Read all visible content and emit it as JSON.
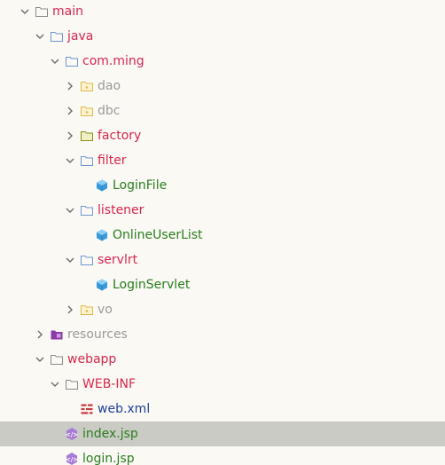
{
  "tree": {
    "items": [
      {
        "label": "main",
        "icon": "folder-icon",
        "expanded": true,
        "color": "#d6264f"
      },
      {
        "label": "java",
        "icon": "source-folder-icon",
        "expanded": true,
        "color": "#d6264f"
      },
      {
        "label": "com.ming",
        "icon": "package-folder-icon",
        "expanded": true,
        "color": "#d6264f"
      },
      {
        "label": "dao",
        "icon": "package-folder-icon",
        "expanded": false,
        "color": "#9a9a9a"
      },
      {
        "label": "dbc",
        "icon": "package-folder-icon",
        "expanded": false,
        "color": "#9a9a9a"
      },
      {
        "label": "factory",
        "icon": "package-folder-icon",
        "expanded": false,
        "color": "#d6264f"
      },
      {
        "label": "filter",
        "icon": "package-folder-icon",
        "expanded": true,
        "color": "#d6264f"
      },
      {
        "label": "LoginFile",
        "icon": "java-class-icon",
        "expanded": null,
        "color": "#2a7d1e"
      },
      {
        "label": "listener",
        "icon": "package-folder-icon",
        "expanded": true,
        "color": "#d6264f"
      },
      {
        "label": "OnlineUserList",
        "icon": "java-class-icon",
        "expanded": null,
        "color": "#2a7d1e"
      },
      {
        "label": "servlrt",
        "icon": "package-folder-icon",
        "expanded": true,
        "color": "#d6264f"
      },
      {
        "label": "LoginServlet",
        "icon": "java-class-icon",
        "expanded": null,
        "color": "#2a7d1e"
      },
      {
        "label": "vo",
        "icon": "package-folder-icon",
        "expanded": false,
        "color": "#9a9a9a"
      },
      {
        "label": "resources",
        "icon": "resources-folder-icon",
        "expanded": false,
        "color": "#9a9a9a"
      },
      {
        "label": "webapp",
        "icon": "folder-icon",
        "expanded": true,
        "color": "#d6264f"
      },
      {
        "label": "WEB-INF",
        "icon": "folder-icon",
        "expanded": true,
        "color": "#d6264f"
      },
      {
        "label": "web.xml",
        "icon": "xml-file-icon",
        "expanded": null,
        "color": "#1f3f9c"
      },
      {
        "label": "index.jsp",
        "icon": "jsp-file-icon",
        "expanded": null,
        "color": "#2a7d1e",
        "selected": true
      },
      {
        "label": "login.jsp",
        "icon": "jsp-file-icon",
        "expanded": null,
        "color": "#2a7d1e"
      }
    ]
  },
  "colors": {
    "background": "#faf9f4",
    "selection": "#c9cbc4",
    "chevron": "#6b6b6b",
    "folder_outline": "#8aa8d6",
    "package_folder_dim": "#e8c66a",
    "package_folder_factory": "#9e9a2a",
    "class_icon": "#3a9ad9",
    "resources_icon": "#8b3aa8",
    "xml_icon": "#c8393b",
    "jsp_icon": "#a97ad6"
  }
}
